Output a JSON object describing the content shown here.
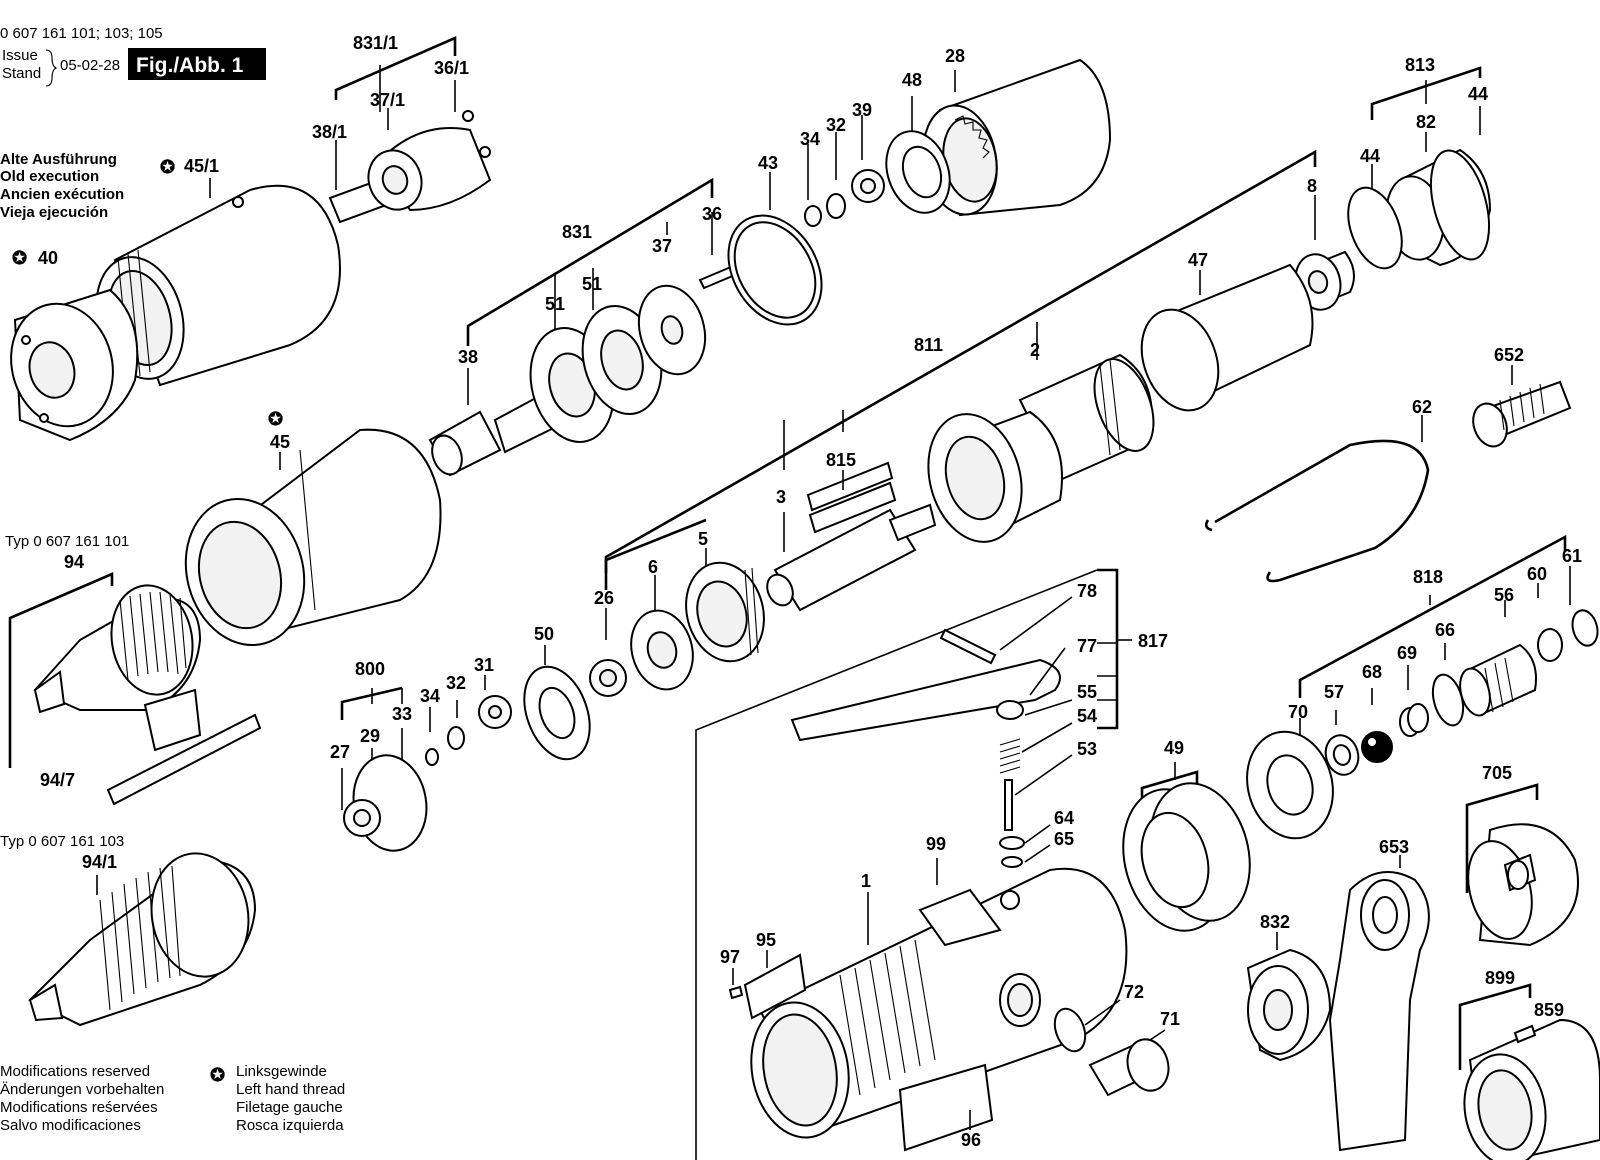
{
  "header": {
    "part_numbers": "0 607 161 101; 103; 105",
    "issue_label": "Issue",
    "stand_label": "Stand",
    "date": "05-02-28",
    "figure": "Fig./Abb. 1"
  },
  "old_execution": [
    "Alte Ausführung",
    "Old execution",
    "Ancien exécution",
    "Vieja ejecución"
  ],
  "types": {
    "type_101": "Typ 0 607 161 101",
    "type_103": "Typ 0 607 161 103"
  },
  "footer": {
    "modifications": [
      "Modifications reserved",
      "Änderungen vorbehalten",
      "Modifications reśervées",
      "Salvo modificaciones"
    ],
    "left_hand_thread": [
      "Linksgewinde",
      "Left hand thread",
      "Filetage gauche",
      "Rosca izquierda"
    ]
  },
  "legend_symbol": "✪",
  "callouts": {
    "c831_1": "831/1",
    "c36_1": "36/1",
    "c37_1": "37/1",
    "c38_1": "38/1",
    "c45_1": "45/1",
    "c40": "40",
    "c28": "28",
    "c48": "48",
    "c39": "39",
    "c32a": "32",
    "c34a": "34",
    "c43": "43",
    "c36": "36",
    "c831": "831",
    "c37": "37",
    "c51a": "51",
    "c51b": "51",
    "c38": "38",
    "c45": "45",
    "c813": "813",
    "c44a": "44",
    "c82": "82",
    "c44b": "44",
    "c8": "8",
    "c47": "47",
    "c811": "811",
    "c2": "2",
    "c652": "652",
    "c62": "62",
    "c815": "815",
    "c3": "3",
    "c5": "5",
    "c6": "6",
    "c26": "26",
    "c50": "50",
    "c31": "31",
    "c32b": "32",
    "c34b": "34",
    "c800": "800",
    "c29": "29",
    "c33": "33",
    "c27": "27",
    "c94": "94",
    "c94_7": "94/7",
    "c94_1": "94/1",
    "c78": "78",
    "c77": "77",
    "c817": "817",
    "c55": "55",
    "c54": "54",
    "c53": "53",
    "c64": "64",
    "c65": "65",
    "c99": "99",
    "c1": "1",
    "c97": "97",
    "c95": "95",
    "c72": "72",
    "c71": "71",
    "c96": "96",
    "c49": "49",
    "c70": "70",
    "c57": "57",
    "c68": "68",
    "c69": "69",
    "c66": "66",
    "c56": "56",
    "c60": "60",
    "c61": "61",
    "c818": "818",
    "c705": "705",
    "c653": "653",
    "c832": "832",
    "c899": "899",
    "c859": "859"
  }
}
